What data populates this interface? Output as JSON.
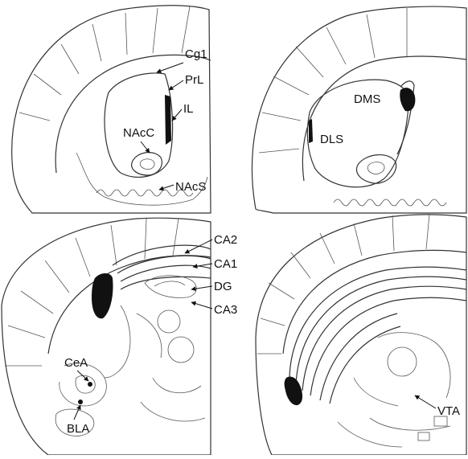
{
  "panels": [
    {
      "id": "top-left",
      "labels": [
        "Cg1",
        "PrL",
        "IL",
        "NAcC",
        "NAcS"
      ]
    },
    {
      "id": "top-right",
      "labels": [
        "DMS",
        "DLS"
      ]
    },
    {
      "id": "bottom-left",
      "labels": [
        "CA2",
        "CA1",
        "DG",
        "CA3",
        "CeA",
        "BLA"
      ]
    },
    {
      "id": "bottom-right",
      "labels": [
        "VTA"
      ]
    }
  ],
  "colors": {
    "outline": "#333333",
    "lesion": "#111111",
    "label": "#111111",
    "background": "#ffffff"
  }
}
